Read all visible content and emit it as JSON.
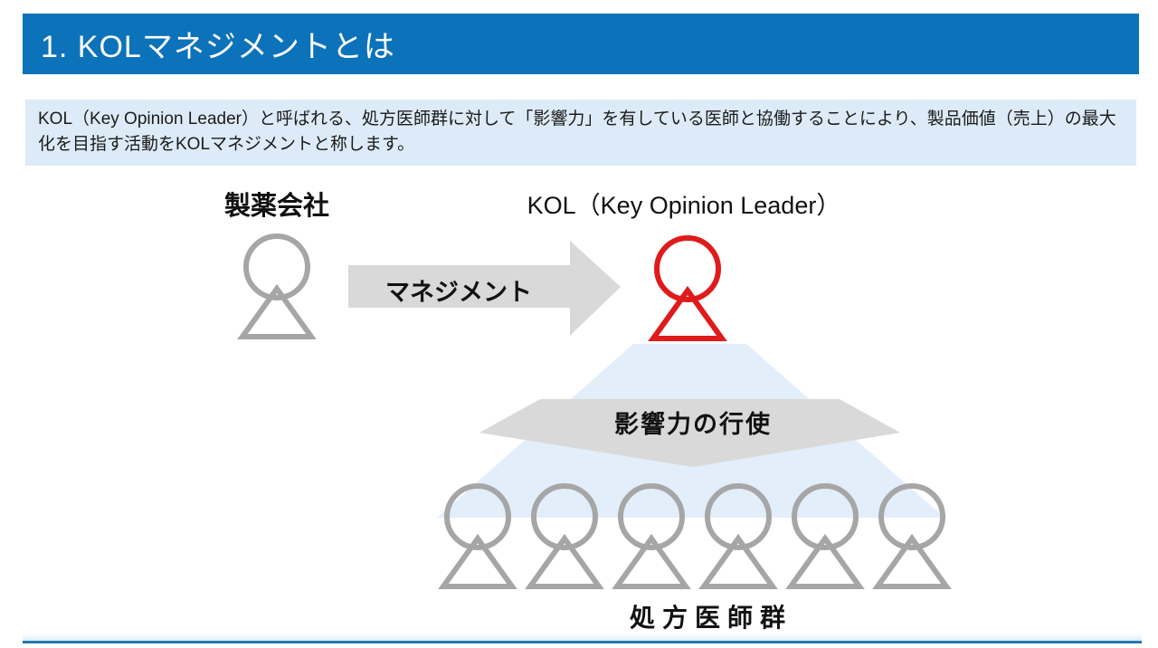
{
  "page": {
    "title": "1. KOLマネジメントとは",
    "description": "KOL（Key Opinion Leader）と呼ばれる、処方医師群に対して「影響力」を有している医師と協働することにより、製品価値（売上）の最大化を目指す活動をKOLマネジメントと称します。"
  },
  "diagram": {
    "pharma_label": "製薬会社",
    "kol_label": "KOL（Key Opinion Leader）",
    "management_arrow_label": "マネジメント",
    "influence_arrow_label": "影響力の行使",
    "prescribers_label": "処方医師群",
    "prescriber_count": "6",
    "colors": {
      "header_blue": "#0c72ba",
      "panel_blue": "#dcebf7",
      "cone_blue": "#e2eefa",
      "arrow_gray": "#d9d9d9",
      "person_gray": "#a6a6a6",
      "kol_red": "#e01b1b",
      "footer_line": "#2679a8"
    }
  }
}
